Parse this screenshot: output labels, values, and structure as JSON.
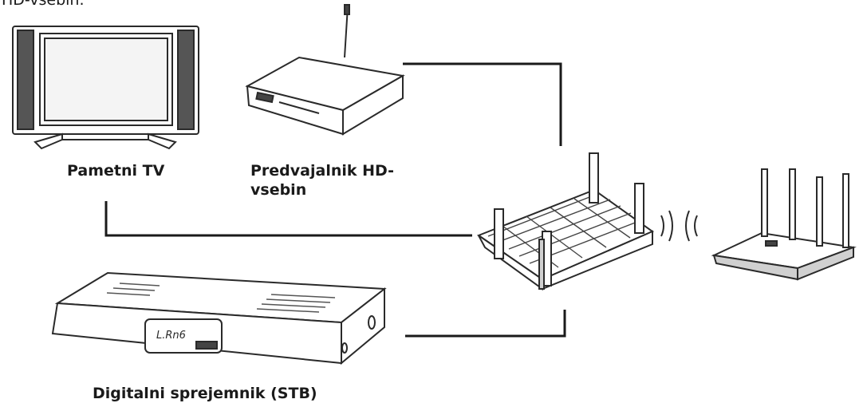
{
  "heading": {
    "text": "HD-vsebin."
  },
  "devices": {
    "smart_tv": {
      "label": "Pametni TV"
    },
    "media_player": {
      "label": "Predvajalnik HD-vsebin"
    },
    "set_top_box": {
      "label": "Digitalni sprejemnik (STB)",
      "display_text": "L.Rn6"
    }
  },
  "colors": {
    "line": "#1a1a1a",
    "device_stroke": "#2a2a2a",
    "device_fill": "#ffffff",
    "shading": "#d0d0d0"
  }
}
